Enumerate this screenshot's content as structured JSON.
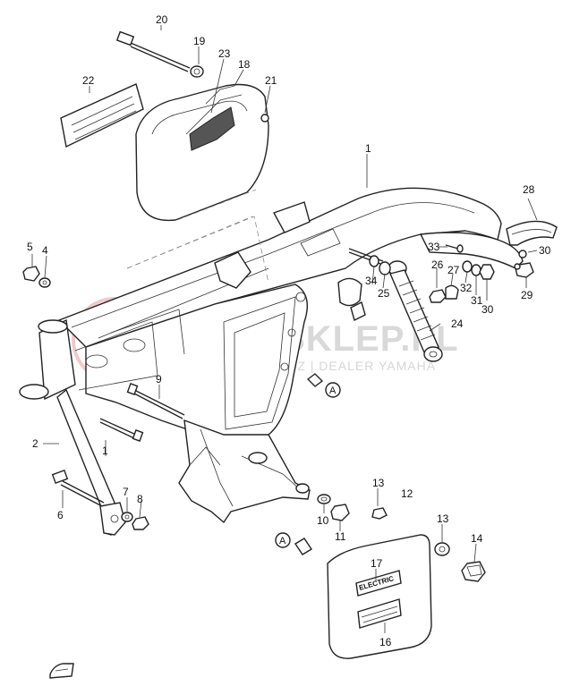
{
  "watermark": {
    "title": "YAMASKLEP.PL",
    "subtitle": "WOJ MECHOWICZ | DEALER YAMAHA"
  },
  "callouts": {
    "A": "A"
  },
  "decals": {
    "electric": "ELECTRIC"
  },
  "part_numbers": [
    "1",
    "2",
    "4",
    "5",
    "6",
    "7",
    "8",
    "9",
    "10",
    "11",
    "12",
    "13",
    "14",
    "16",
    "17",
    "18",
    "19",
    "20",
    "21",
    "22",
    "23",
    "24",
    "25",
    "26",
    "27",
    "28",
    "29",
    "30",
    "31",
    "32",
    "33",
    "34"
  ]
}
